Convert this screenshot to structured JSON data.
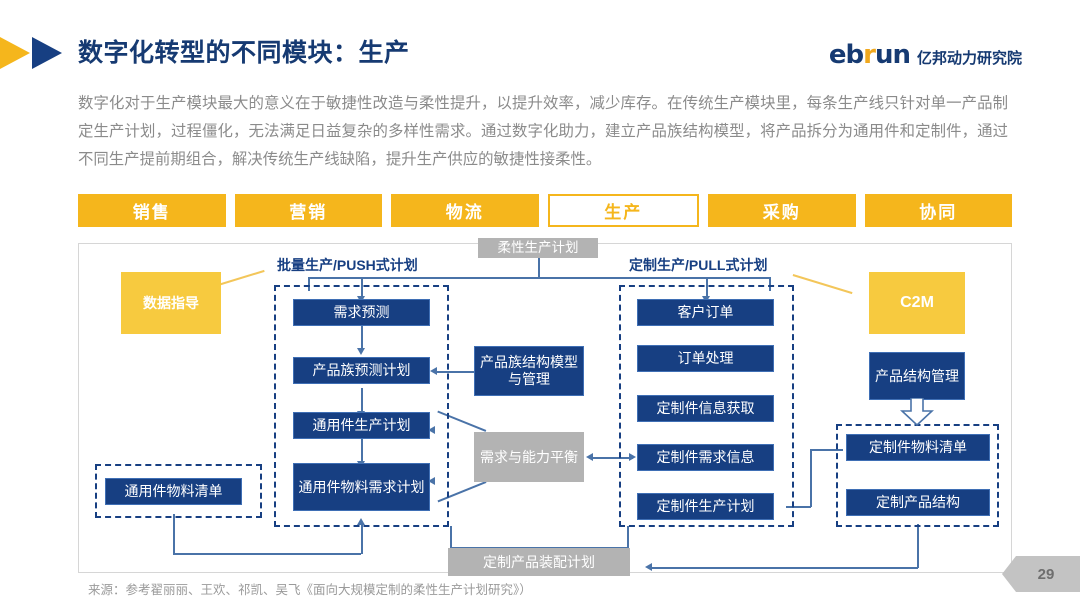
{
  "header": {
    "title": "数字化转型的不同模块：生产",
    "brand_en_1": "eb",
    "brand_en_r": "r",
    "brand_en_2": "un",
    "brand_cn": "亿邦动力研究院"
  },
  "intro": {
    "paragraph": "数字化对于生产模块最大的意义在于敏捷性改造与柔性提升，以提升效率，减少库存。在传统生产模块里，每条生产线只针对单一产品制定生产计划，过程僵化，无法满足日益复杂的多样性需求。通过数字化助力，建立产品族结构模型，将产品拆分为通用件和定制件，通过不同生产提前期组合，解决传统生产线缺陷，提升生产供应的敏捷性接柔性。"
  },
  "tabs": [
    {
      "label": "销售",
      "active": false
    },
    {
      "label": "营销",
      "active": false
    },
    {
      "label": "物流",
      "active": false
    },
    {
      "label": "生产",
      "active": true
    },
    {
      "label": "采购",
      "active": false
    },
    {
      "label": "协同",
      "active": false
    }
  ],
  "diagram": {
    "top_label": "柔性生产计划",
    "push_label": "批量生产/PUSH式计划",
    "pull_label": "定制生产/PULL式计划",
    "data_guide": "数据指导",
    "c2m": "C2M",
    "push_chain": [
      "需求预测",
      "产品族预测计划",
      "通用件生产计划",
      "通用件物料需求计划"
    ],
    "pull_chain": [
      "客户订单",
      "订单处理",
      "定制件信息获取",
      "定制件需求信息",
      "定制件生产计划"
    ],
    "center_model": "产品族结构模型与管理",
    "center_balance": "需求与能力平衡",
    "right_structure": "产品结构管理",
    "right_group": [
      "定制件物料清单",
      "定制产品结构"
    ],
    "left_group": [
      "通用件物料清单"
    ],
    "bottom_box": "定制产品装配计划"
  },
  "footer": {
    "source": "来源：参考翟丽丽、王欢、祁凯、吴飞《面向大规模定制的柔性生产计划研究》）",
    "page_number": "29"
  },
  "colors": {
    "navy": "#173f82",
    "yellow": "#f5b61c",
    "gray": "#b3b3b3",
    "accent_orange": "#f0a81e"
  }
}
